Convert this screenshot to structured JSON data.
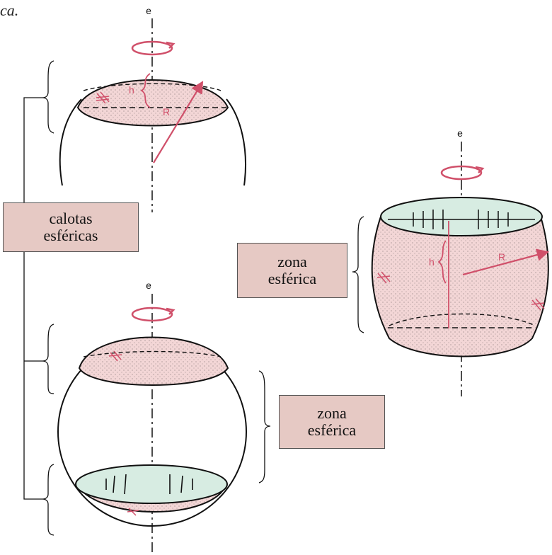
{
  "caption": "ca.",
  "labels": {
    "calotas": [
      "calotas",
      "esféricas"
    ],
    "zona_right": [
      "zona",
      "esférica"
    ],
    "zona_bottom": [
      "zona",
      "esférica"
    ]
  },
  "axis_label": "e",
  "marks": {
    "height": "h",
    "radius": "R"
  },
  "colors": {
    "cap_fill": "#f3d6d6",
    "disk_fill": "#d7ece2",
    "accent": "#d0506a",
    "box_fill": "#e6c9c4"
  }
}
